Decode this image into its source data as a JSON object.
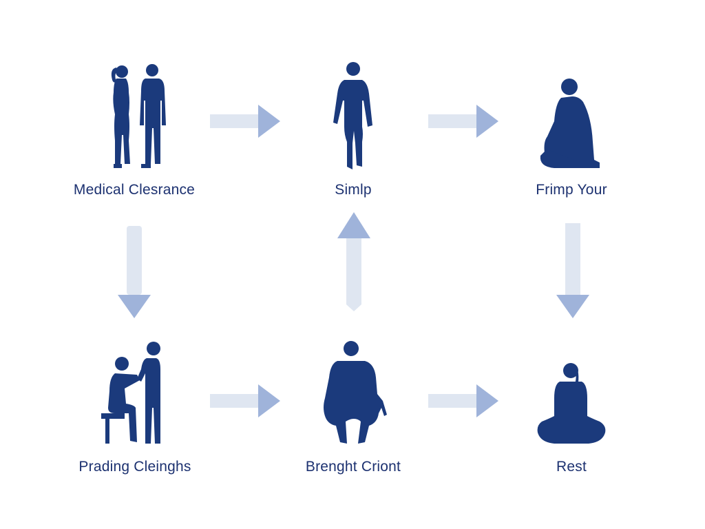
{
  "steps": [
    {
      "id": "medical-clearance",
      "label": "Medical Clesrance",
      "icon": "two-people-standing-icon"
    },
    {
      "id": "simlp",
      "label": "Simlp",
      "icon": "walking-person-icon"
    },
    {
      "id": "frimp-your",
      "label": "Frimp Your",
      "icon": "seated-person-icon"
    },
    {
      "id": "prading-cleinghs",
      "label": "Prading Cleinghs",
      "icon": "therapist-assist-icon"
    },
    {
      "id": "brenght-criont",
      "label": "Brenght Criont",
      "icon": "squatting-person-icon"
    },
    {
      "id": "rest",
      "label": "Rest",
      "icon": "meditating-person-icon"
    }
  ],
  "colors": {
    "figure": "#1b3a7c",
    "label": "#1c3170",
    "arrow_shaft": "#dfe6f1",
    "arrow_head": "#9fb3da",
    "background": "#ffffff"
  }
}
